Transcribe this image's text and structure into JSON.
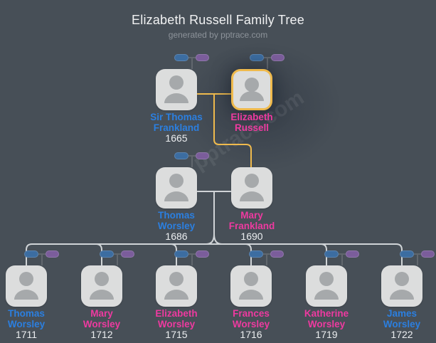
{
  "title": "Elizabeth Russell Family Tree",
  "subtitle": "generated by pptrace.com",
  "watermark": "pptrace.com",
  "colors": {
    "background": "#474f57",
    "card": "#dcdddd",
    "silhouette": "#a6a9ab",
    "highlight_gold": "#efba4d",
    "connector_gray": "#d0d4d7",
    "male_name": "#2b7fe0",
    "female_name": "#ee3aa0",
    "year_text": "#eceef0",
    "pill_blue": "#3c6da1",
    "pill_purple": "#7b5d9b"
  },
  "people": [
    {
      "line1": "Sir Thomas",
      "line2": "Frankland",
      "year": "1665",
      "gender": "male",
      "highlighted": false
    },
    {
      "line1": "Elizabeth",
      "line2": "Russell",
      "year": "",
      "gender": "female",
      "highlighted": true
    },
    {
      "line1": "Thomas",
      "line2": "Worsley",
      "year": "1686",
      "gender": "male",
      "highlighted": false
    },
    {
      "line1": "Mary",
      "line2": "Frankland",
      "year": "1690",
      "gender": "female",
      "highlighted": false
    },
    {
      "line1": "Thomas",
      "line2": "Worsley",
      "year": "1711",
      "gender": "male",
      "highlighted": false
    },
    {
      "line1": "Mary",
      "line2": "Worsley",
      "year": "1712",
      "gender": "female",
      "highlighted": false
    },
    {
      "line1": "Elizabeth",
      "line2": "Worsley",
      "year": "1715",
      "gender": "female",
      "highlighted": false
    },
    {
      "line1": "Frances",
      "line2": "Worsley",
      "year": "1716",
      "gender": "female",
      "highlighted": false
    },
    {
      "line1": "Katherine",
      "line2": "Worsley",
      "year": "1719",
      "gender": "female",
      "highlighted": false
    },
    {
      "line1": "James",
      "line2": "Worsley",
      "year": "1722",
      "gender": "male",
      "highlighted": false
    }
  ]
}
